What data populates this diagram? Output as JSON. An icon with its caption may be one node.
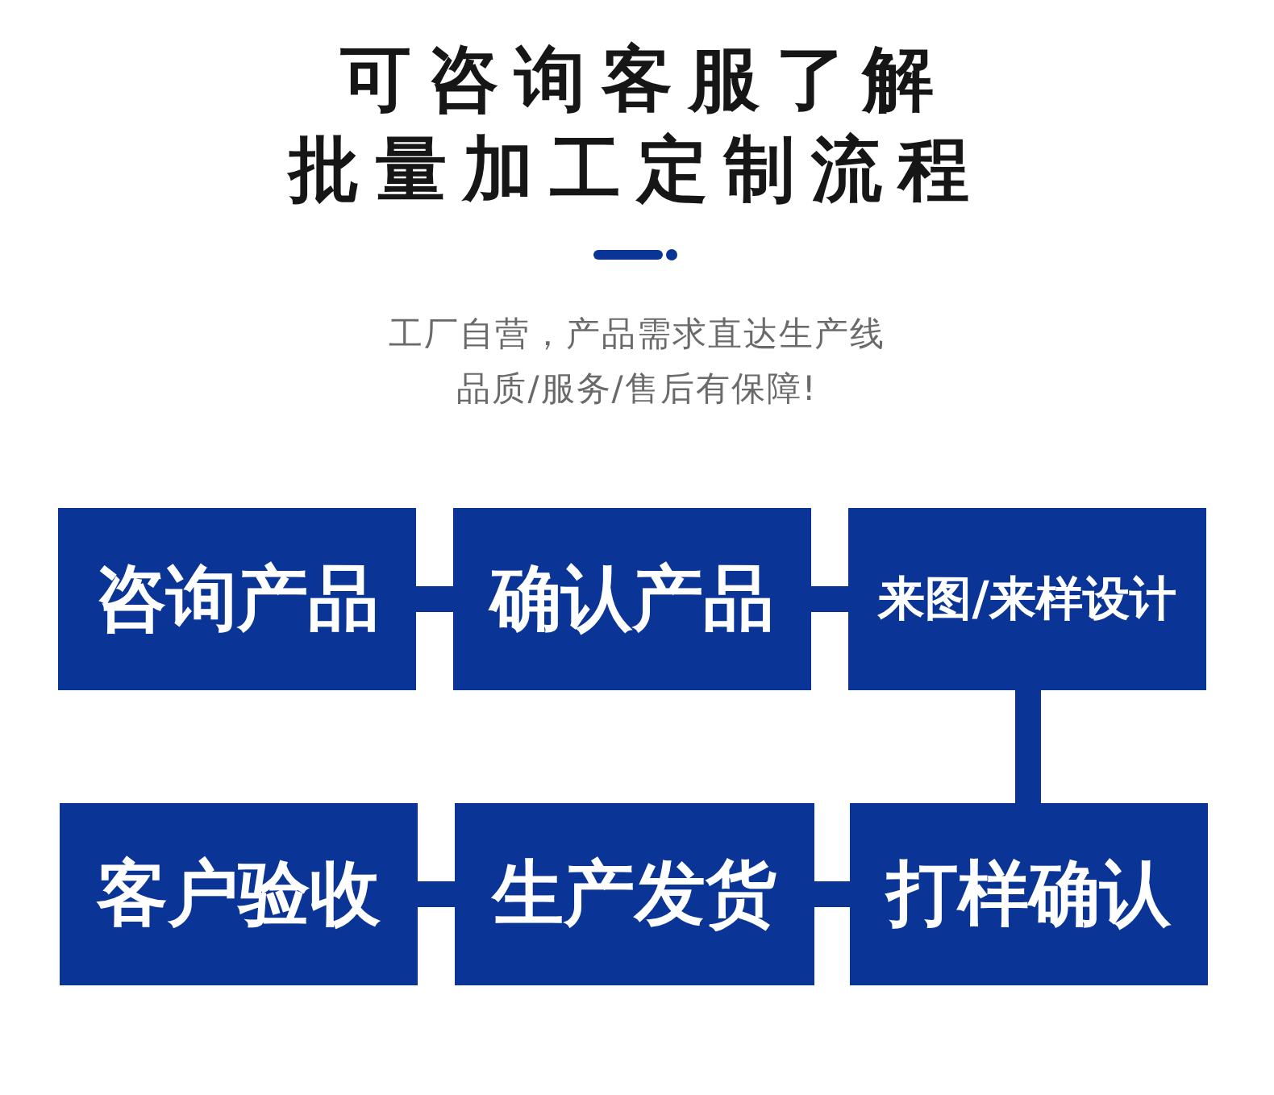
{
  "diagram": {
    "title": "可咨询客服了解批量加工定制流程",
    "nodes": [
      {
        "text": [
          "咨询产品"
        ]
      },
      {
        "text": [
          "确认产品"
        ]
      },
      {
        "text": [
          "来图/来样设计"
        ]
      },
      {
        "text": [
          "客户验收"
        ]
      },
      {
        "text": [
          "生产发货"
        ]
      },
      {
        "text": [
          "打样确认"
        ]
      }
    ],
    "edges": [
      {
        "from": 0,
        "to": 1,
        "arrow": "none"
      },
      {
        "from": 1,
        "to": 2,
        "arrow": "none"
      },
      {
        "from": 2,
        "to": 5,
        "arrow": "none"
      },
      {
        "from": 5,
        "to": 4,
        "arrow": "none"
      },
      {
        "from": 4,
        "to": 3,
        "arrow": "none"
      }
    ],
    "labels": [
      "工厂自营，产品需求直达生产线",
      "品质/服务/售后有保障!"
    ]
  }
}
